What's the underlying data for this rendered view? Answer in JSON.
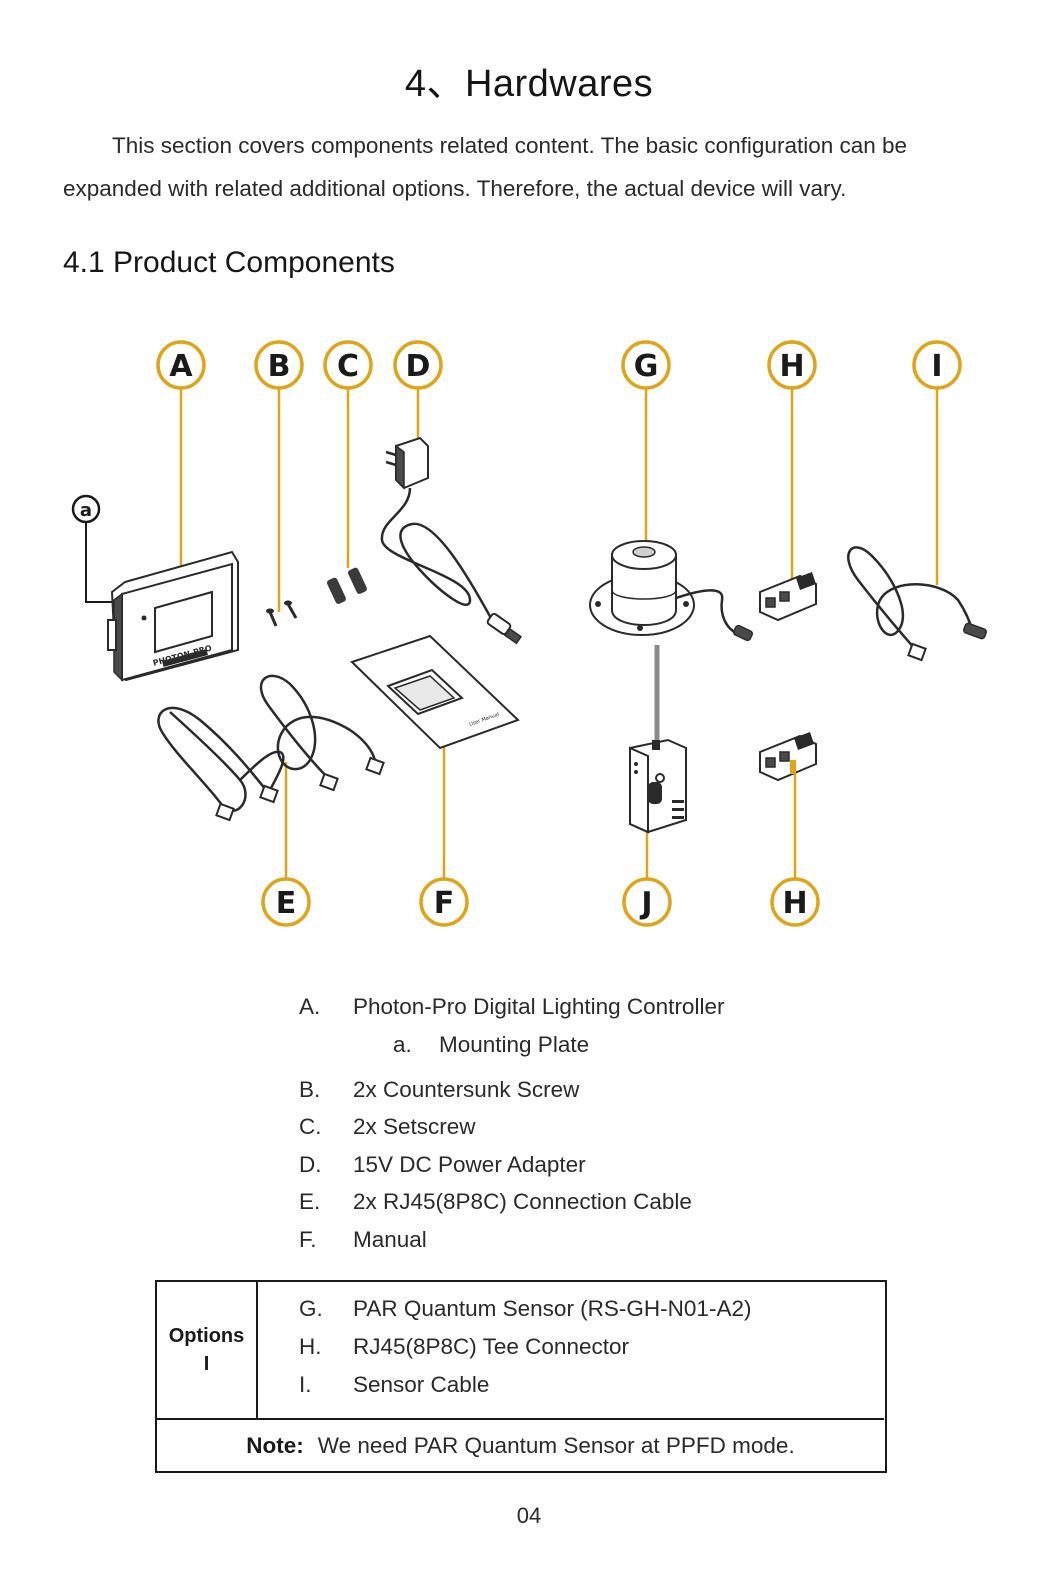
{
  "page": {
    "title": "4、Hardwares",
    "intro_line1": "This section covers components related content. The basic configuration can be",
    "intro_line2": "expanded with related additional options. Therefore, the actual device will vary.",
    "subtitle": "4.1 Product Components",
    "page_number": "04"
  },
  "figure": {
    "callouts": [
      "A",
      "B",
      "C",
      "D",
      "G",
      "H",
      "I",
      "E",
      "F",
      "J",
      "H"
    ],
    "sub_callout": "a",
    "controller_label": "PHOTON-PRO",
    "manual_label": "User Manual",
    "accent_color": "#e0a418"
  },
  "components": [
    {
      "letter": "A.",
      "text": "Photon-Pro Digital Lighting Controller"
    },
    {
      "letter": "a.",
      "text": "Mounting Plate"
    },
    {
      "letter": "B.",
      "text": "2x Countersunk Screw"
    },
    {
      "letter": "C.",
      "text": "2x Setscrew"
    },
    {
      "letter": "D.",
      "text": "15V DC Power Adapter"
    },
    {
      "letter": "E.",
      "text": "2x RJ45(8P8C) Connection Cable"
    },
    {
      "letter": "F.",
      "text": "Manual"
    }
  ],
  "options": {
    "label_line1": "Options",
    "label_line2": "I",
    "items": [
      {
        "letter": "G.",
        "text": "PAR Quantum Sensor (RS-GH-N01-A2)"
      },
      {
        "letter": "H.",
        "text": "RJ45(8P8C) Tee Connector"
      },
      {
        "letter": "I.",
        "text": "Sensor Cable"
      }
    ],
    "note_label": "Note:",
    "note_text": "We need PAR Quantum Sensor at PPFD mode."
  }
}
